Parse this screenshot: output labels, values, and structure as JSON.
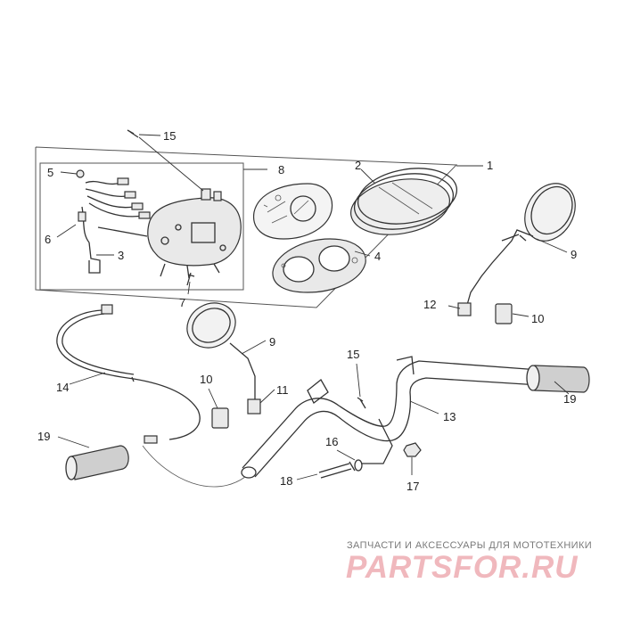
{
  "callouts": {
    "c1": "1",
    "c2": "2",
    "c3": "3",
    "c4": "4",
    "c5": "5",
    "c6": "6",
    "c7": "7",
    "c8": "8",
    "c9a": "9",
    "c9b": "9",
    "c10a": "10",
    "c10b": "10",
    "c11": "11",
    "c12": "12",
    "c13": "13",
    "c14": "14",
    "c15a": "15",
    "c15b": "15",
    "c16": "16",
    "c17": "17",
    "c18": "18",
    "c19a": "19",
    "c19b": "19"
  },
  "watermark": {
    "caption": "ЗАПЧАСТИ И АКСЕССУАРЫ ДЛЯ МОТОТЕХНИКИ",
    "logo": "PARTSFOR.RU",
    "logo_color": "#f0b8bd"
  }
}
